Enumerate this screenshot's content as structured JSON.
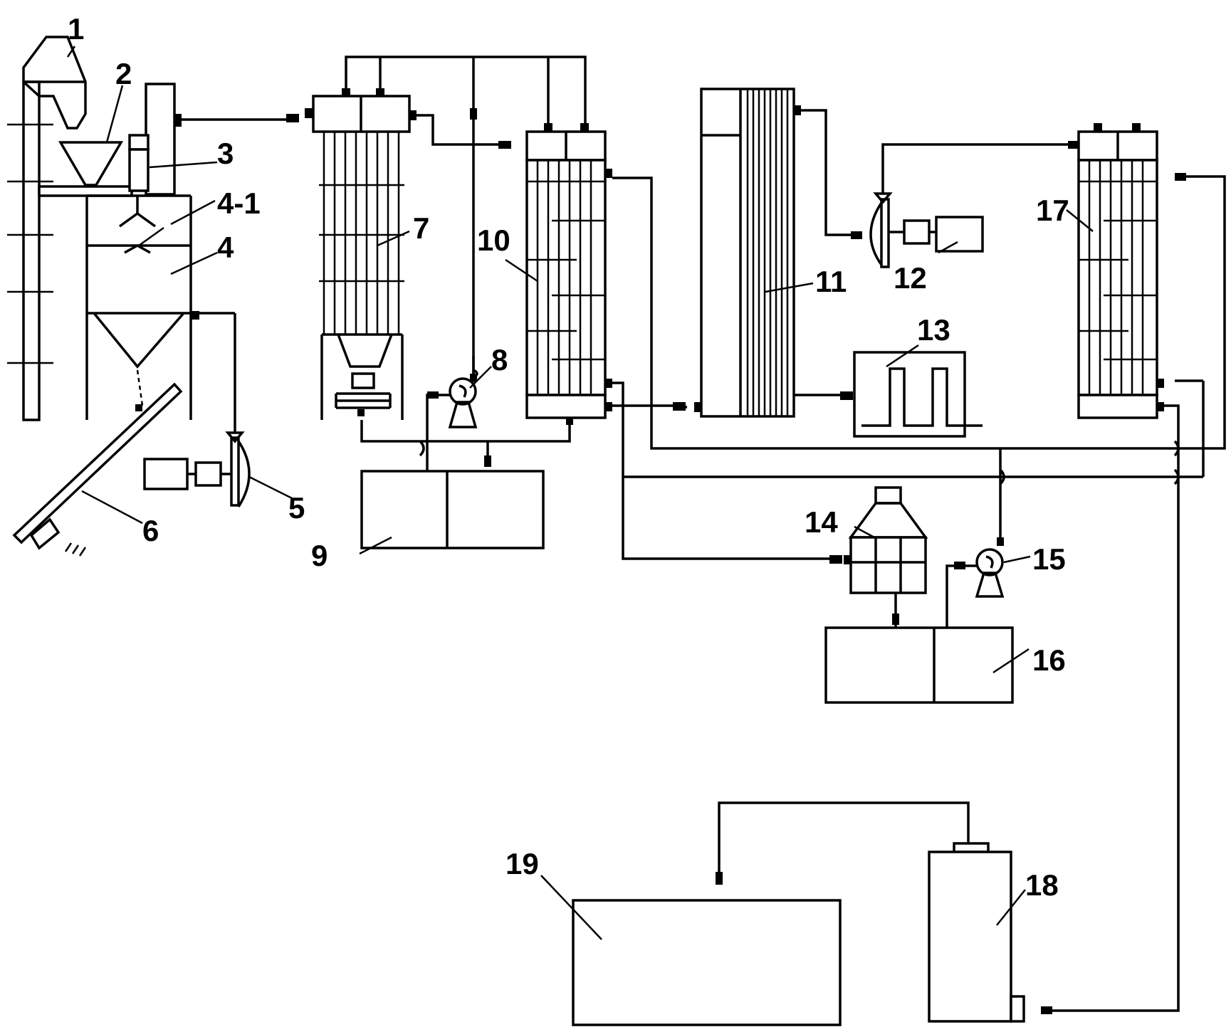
{
  "labels": {
    "l1": "1",
    "l2": "2",
    "l3": "3",
    "l4_1": "4-1",
    "l4": "4",
    "l5": "5",
    "l6": "6",
    "l7": "7",
    "l8": "8",
    "l9": "9",
    "l10": "10",
    "l11": "11",
    "l12": "12",
    "l13": "13",
    "l14": "14",
    "l15": "15",
    "l16": "16",
    "l17": "17",
    "l18": "18",
    "l19": "19"
  },
  "colors": {
    "line": "#000000",
    "background": "#ffffff"
  }
}
